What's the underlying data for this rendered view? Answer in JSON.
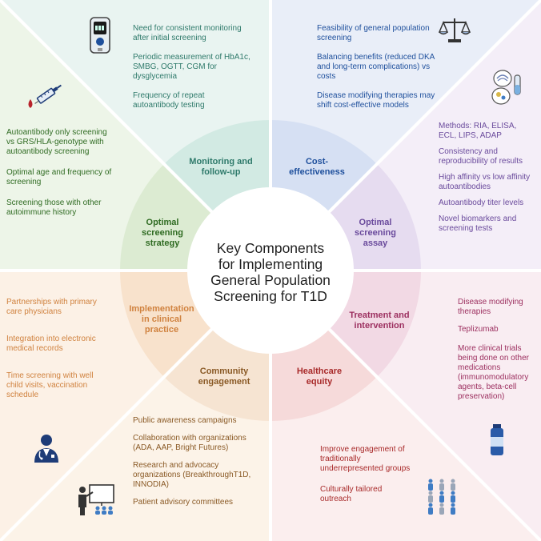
{
  "center_title": {
    "line1": "Key Components",
    "line2": "for Implementing",
    "line3": "General Population",
    "line4": "Screening for T1D"
  },
  "segments": {
    "monitoring": {
      "label_line1": "Monitoring and",
      "label_line2": "follow-up",
      "color": "#2f7a6b",
      "items": [
        "Need for consistent monitoring after initial screening",
        "Periodic measurement of HbA1c, SMBG, OGTT, CGM for dysglycemia",
        "Frequency of repeat autoantibody testing"
      ]
    },
    "cost": {
      "label_line1": "Cost-",
      "label_line2": "effectiveness",
      "color": "#1e4f9c",
      "items": [
        "Feasibility of general population screening",
        "Balancing benefits (reduced DKA and long-term complications) vs costs",
        "Disease modifying therapies may shift cost-effective models"
      ]
    },
    "assay": {
      "label_line1": "Optimal",
      "label_line2": "screening",
      "label_line3": "assay",
      "color": "#6a4a9c",
      "items": [
        "Methods: RIA, ELISA, ECL, LIPS, ADAP",
        "Consistency and reproducibility of results",
        "High affinity vs low affinity autoantibodies",
        "Autoantibody titer levels",
        "Novel biomarkers and screening tests"
      ]
    },
    "treatment": {
      "label_line1": "Treatment and",
      "label_line2": "intervention",
      "color": "#9c2f5f",
      "items": [
        "Disease modifying therapies",
        "Teplizumab",
        "More clinical trials being done on other medications (immunomodulatory agents, beta-cell preservation)"
      ]
    },
    "equity": {
      "label_line1": "Healthcare",
      "label_line2": "equity",
      "color": "#a82a2a",
      "items": [
        "Improve engagement of traditionally underrepresented groups",
        "Culturally tailored outreach"
      ]
    },
    "community": {
      "label_line1": "Community",
      "label_line2": "engagement",
      "color": "#8a5a26",
      "items": [
        "Public awareness campaigns",
        "Collaboration with organizations (ADA, AAP, Bright Futures)",
        "Research and advocacy organizations (BreakthroughT1D, INNODIA)",
        "Patient advisory committees"
      ]
    },
    "implementation": {
      "label_line1": "Implementation",
      "label_line2": "in clinical",
      "label_line3": "practice",
      "color": "#d0823f",
      "items": [
        "Partnerships with primary care physicians",
        "Integration into electronic medical records",
        "Time screening with well child visits, vaccination schedule"
      ]
    },
    "strategy": {
      "label_line1": "Optimal",
      "label_line2": "screening",
      "label_line3": "strategy",
      "color": "#2f6b22",
      "items": [
        "Autoantibody only screening vs GRS/HLA-genotype with autoantibody screening",
        "Optimal age and frequency of screening",
        "Screening those with other autoimmune history"
      ]
    }
  },
  "icons": {
    "glucometer": "glucometer-icon",
    "scale": "balance-scale-icon",
    "lab": "lab-tubes-icon",
    "syringe": "syringe-icon",
    "vial": "medicine-vial-icon",
    "people": "people-group-icon",
    "teacher": "presentation-icon",
    "doctor": "doctor-icon"
  }
}
